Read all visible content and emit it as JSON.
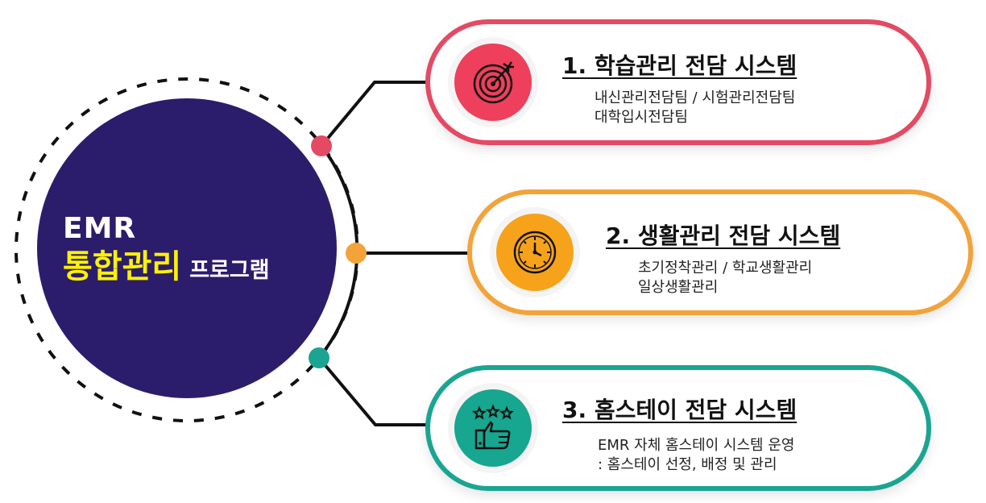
{
  "hub": {
    "line1": "EMR",
    "title": "통합관리",
    "subtitle": "프로그램"
  },
  "items": [
    {
      "title": "1. 학습관리 전담 시스템",
      "lines": [
        "내신관리전담팀 / 시험관리전담팀",
        "대학입시전담팀"
      ],
      "icon": "target-icon",
      "color": "#e44a63"
    },
    {
      "title": "2. 생활관리 전담 시스템",
      "lines": [
        "초기정착관리 / 학교생활관리",
        "일상생활관리"
      ],
      "icon": "clock-icon",
      "color": "#f2a33a"
    },
    {
      "title": "3. 홈스테이 전담 시스템",
      "lines": [
        "EMR 자체 홈스테이 시스템 운영",
        ": 홈스테이 선정, 배정 및 관리"
      ],
      "icon": "thumbs-up-stars-icon",
      "color": "#1aa592"
    }
  ]
}
